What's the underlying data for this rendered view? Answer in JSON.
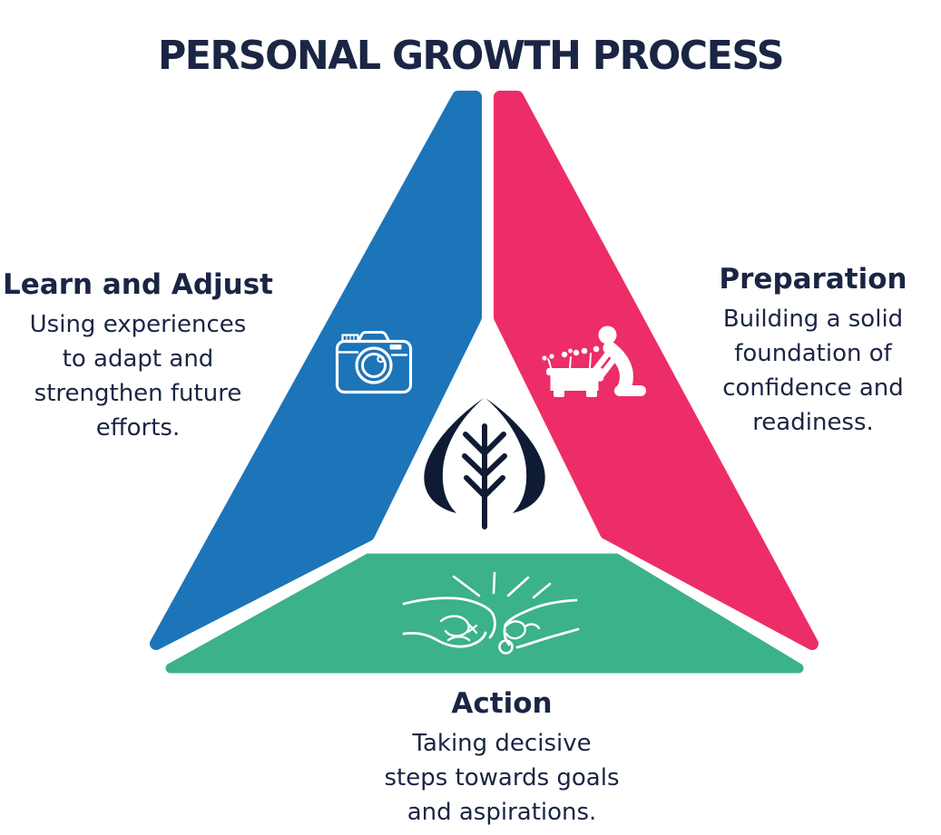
{
  "title": "PERSONAL GROWTH PROCESS",
  "colors": {
    "navy": "#1B2544",
    "leaf": "#0F1B33",
    "blue": "#1C74B9",
    "pink": "#ED2D67",
    "green": "#3BB287",
    "white": "#FFFFFF"
  },
  "sections": {
    "learn": {
      "heading": "Learn and Adjust",
      "description": "Using experiences\nto adapt and\nstrengthen future\nefforts.",
      "icon": "camera-icon",
      "color": "#1C74B9"
    },
    "preparation": {
      "heading": "Preparation",
      "description": "Building a solid\nfoundation of\nconfidence and\nreadiness.",
      "icon": "gardening-icon",
      "color": "#ED2D67"
    },
    "action": {
      "heading": "Action",
      "description": "Taking decisive\nsteps towards goals\nand aspirations.",
      "icon": "fist-bump-icon",
      "color": "#3BB287"
    }
  },
  "center_logo": {
    "icon": "leaf-logo",
    "color": "#0F1B33"
  }
}
